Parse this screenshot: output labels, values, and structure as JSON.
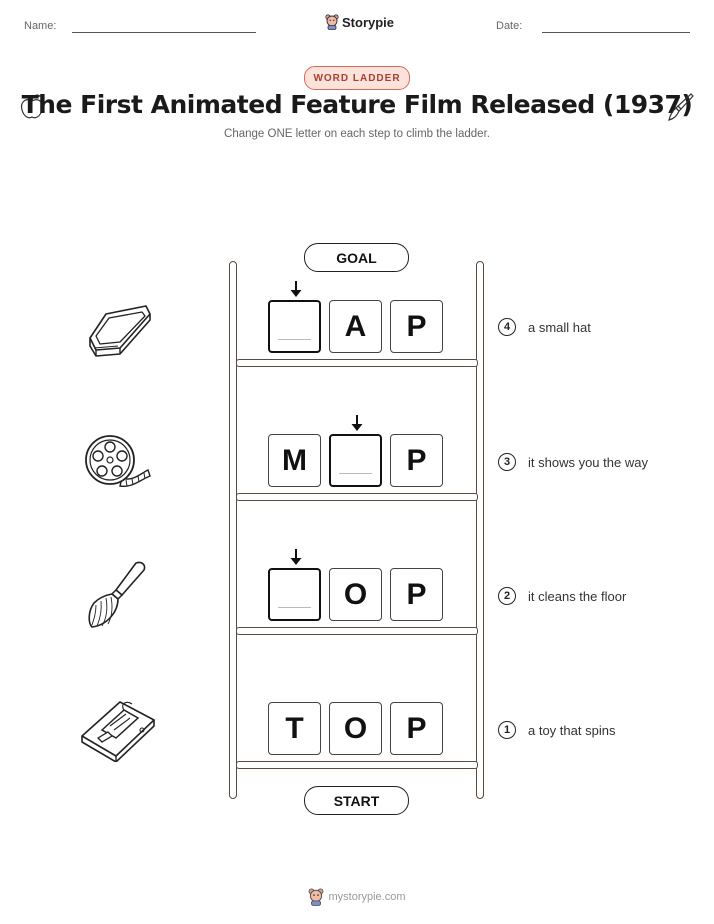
{
  "header": {
    "name_label": "Name:",
    "date_label": "Date:",
    "brand": "Storypie"
  },
  "badge": "WORD LADDER",
  "title": "The First Animated Feature Film Released (1937)",
  "subtitle": "Change ONE letter on each step to climb the ladder.",
  "ladder": {
    "goal_label": "GOAL",
    "start_label": "START",
    "steps": [
      {
        "number": "4",
        "clue": "a small hat",
        "letters": [
          "",
          "A",
          "P"
        ],
        "blank_index": 0,
        "picture": "coffin-icon"
      },
      {
        "number": "3",
        "clue": "it shows you the way",
        "letters": [
          "M",
          "",
          "P"
        ],
        "blank_index": 1,
        "picture": "film-reel-icon"
      },
      {
        "number": "2",
        "clue": "it cleans the floor",
        "letters": [
          "",
          "O",
          "P"
        ],
        "blank_index": 0,
        "picture": "brush-icon"
      },
      {
        "number": "1",
        "clue": "a toy that spins",
        "letters": [
          "T",
          "O",
          "P"
        ],
        "blank_index": null,
        "picture": "mousetrap-icon"
      }
    ]
  },
  "footer": "mystorypie.com",
  "colors": {
    "badge_border": "#d56a55",
    "badge_fill": "#fbe3dc",
    "ladder": "#5b4a40"
  }
}
